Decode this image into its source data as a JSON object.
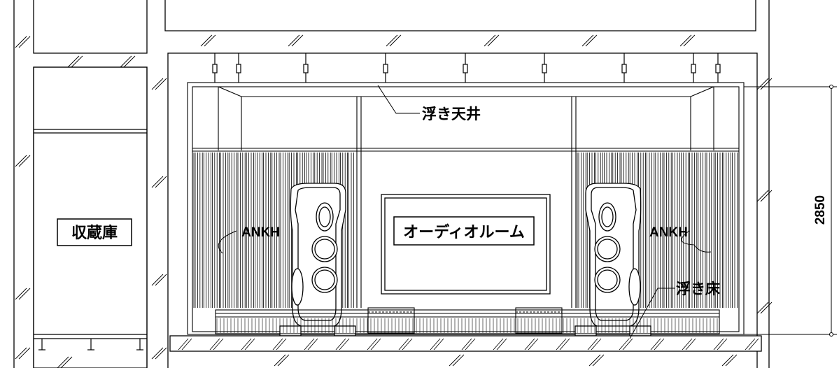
{
  "labels": {
    "floating_ceiling": "浮き天井",
    "storage": "収蔵庫",
    "audio_room": "オーディオルーム",
    "ankh_left": "ANKH",
    "ankh_right": "ANKH",
    "floating_floor": "浮き床",
    "dimension_height": "2850"
  },
  "colors": {
    "line": "#000000",
    "background": "#ffffff"
  }
}
